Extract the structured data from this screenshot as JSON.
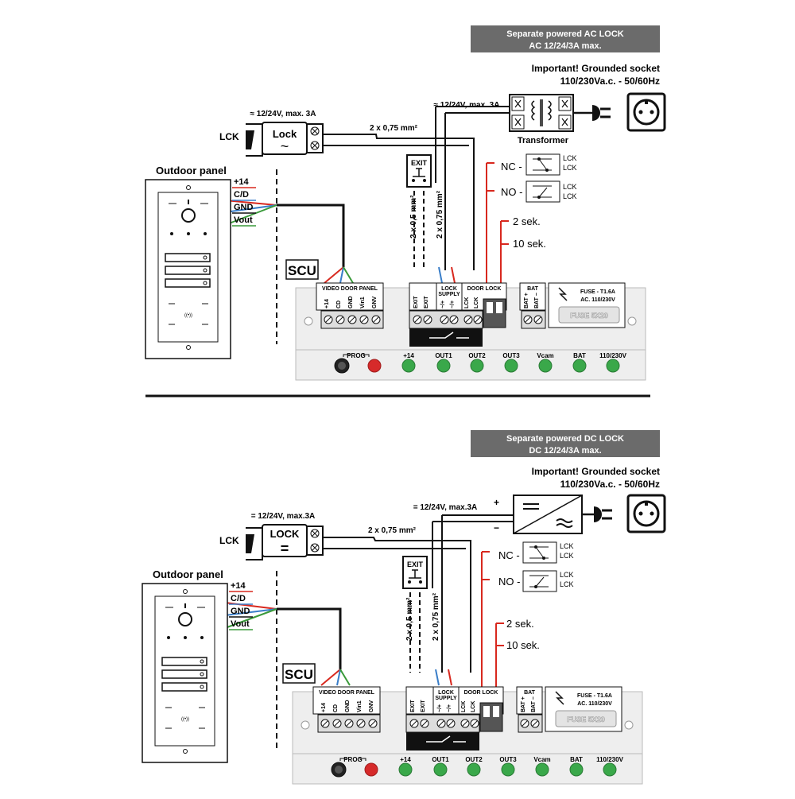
{
  "top": {
    "banner_line1": "Separate powered AC LOCK",
    "banner_line2": "AC 12/24/3A max.",
    "socket_line1": "Important!  Grounded socket",
    "socket_line2": "110/230Va.c. - 50/60Hz",
    "lock_rating": "≈ 12/24V, max. 3A",
    "lck_label": "LCK",
    "lock_name": "Lock",
    "lock_symbol": "~",
    "cable_main": "2 x 0,75 mm²",
    "supply_rating": "≈ 12/24V, max. 3A",
    "transformer_label": "Transformer",
    "exit_label": "EXIT",
    "cable_exit": "2 x 0,5 mm²",
    "cable_lock": "2 x 0,75 mm²"
  },
  "bottom": {
    "banner_line1": "Separate powered DC LOCK",
    "banner_line2": "DC 12/24/3A max.",
    "socket_line1": "Important!  Grounded socket",
    "socket_line2": "110/230Va.c. - 50/60Hz",
    "lock_rating": "= 12/24V, max.3A",
    "lck_label": "LCK",
    "lock_name": "LOCK",
    "lock_symbol": "=",
    "cable_main": "2 x 0,75 mm²",
    "supply_rating": "= 12/24V, max.3A",
    "plus": "+",
    "minus": "−",
    "exit_label": "EXIT",
    "cable_exit": "2 x 0,5 mm²",
    "cable_lock": "2 x 0,75 mm²"
  },
  "panel": {
    "title": "Outdoor panel",
    "wires": [
      "+14",
      "C/D",
      "GND",
      "Vout"
    ]
  },
  "modes": {
    "nc": "NC -",
    "no": "NO -",
    "lck": "LCK",
    "time1": "2 sek.",
    "time2": "10 sek."
  },
  "scu": {
    "title": "SCU",
    "group_video": "VIDEO DOOR PANEL",
    "group_lock_supply": "LOCK SUPPLY",
    "group_door_lock": "DOOR LOCK",
    "group_bat": "BAT",
    "terminals_video": [
      "+14",
      "CD",
      "GND",
      "Vin1",
      "GNV"
    ],
    "terminals_exit": [
      "EXIT",
      "EXIT"
    ],
    "terminals_lock_supply": [
      "~/+",
      "~/+"
    ],
    "terminals_door_lock": [
      "LCK",
      "LCK"
    ],
    "terminals_bat": [
      "BAT +",
      "BAT −"
    ],
    "fuse_line1": "FUSE - T1.6A",
    "fuse_line2": "AC. 110/230V",
    "fuse_part": "FUSE 5X20",
    "leds": [
      "PROG",
      "+14",
      "OUT1",
      "OUT2",
      "OUT3",
      "Vcam",
      "BAT",
      "110/230V"
    ]
  },
  "colors": {
    "banner": "#6b6b6b",
    "led_green": "#3aa84a",
    "led_red": "#d62a2a",
    "wire_red": "#d8281e",
    "wire_blue": "#3a7ec8",
    "wire_green": "#3a9a3a",
    "board": "#eeeeee"
  }
}
